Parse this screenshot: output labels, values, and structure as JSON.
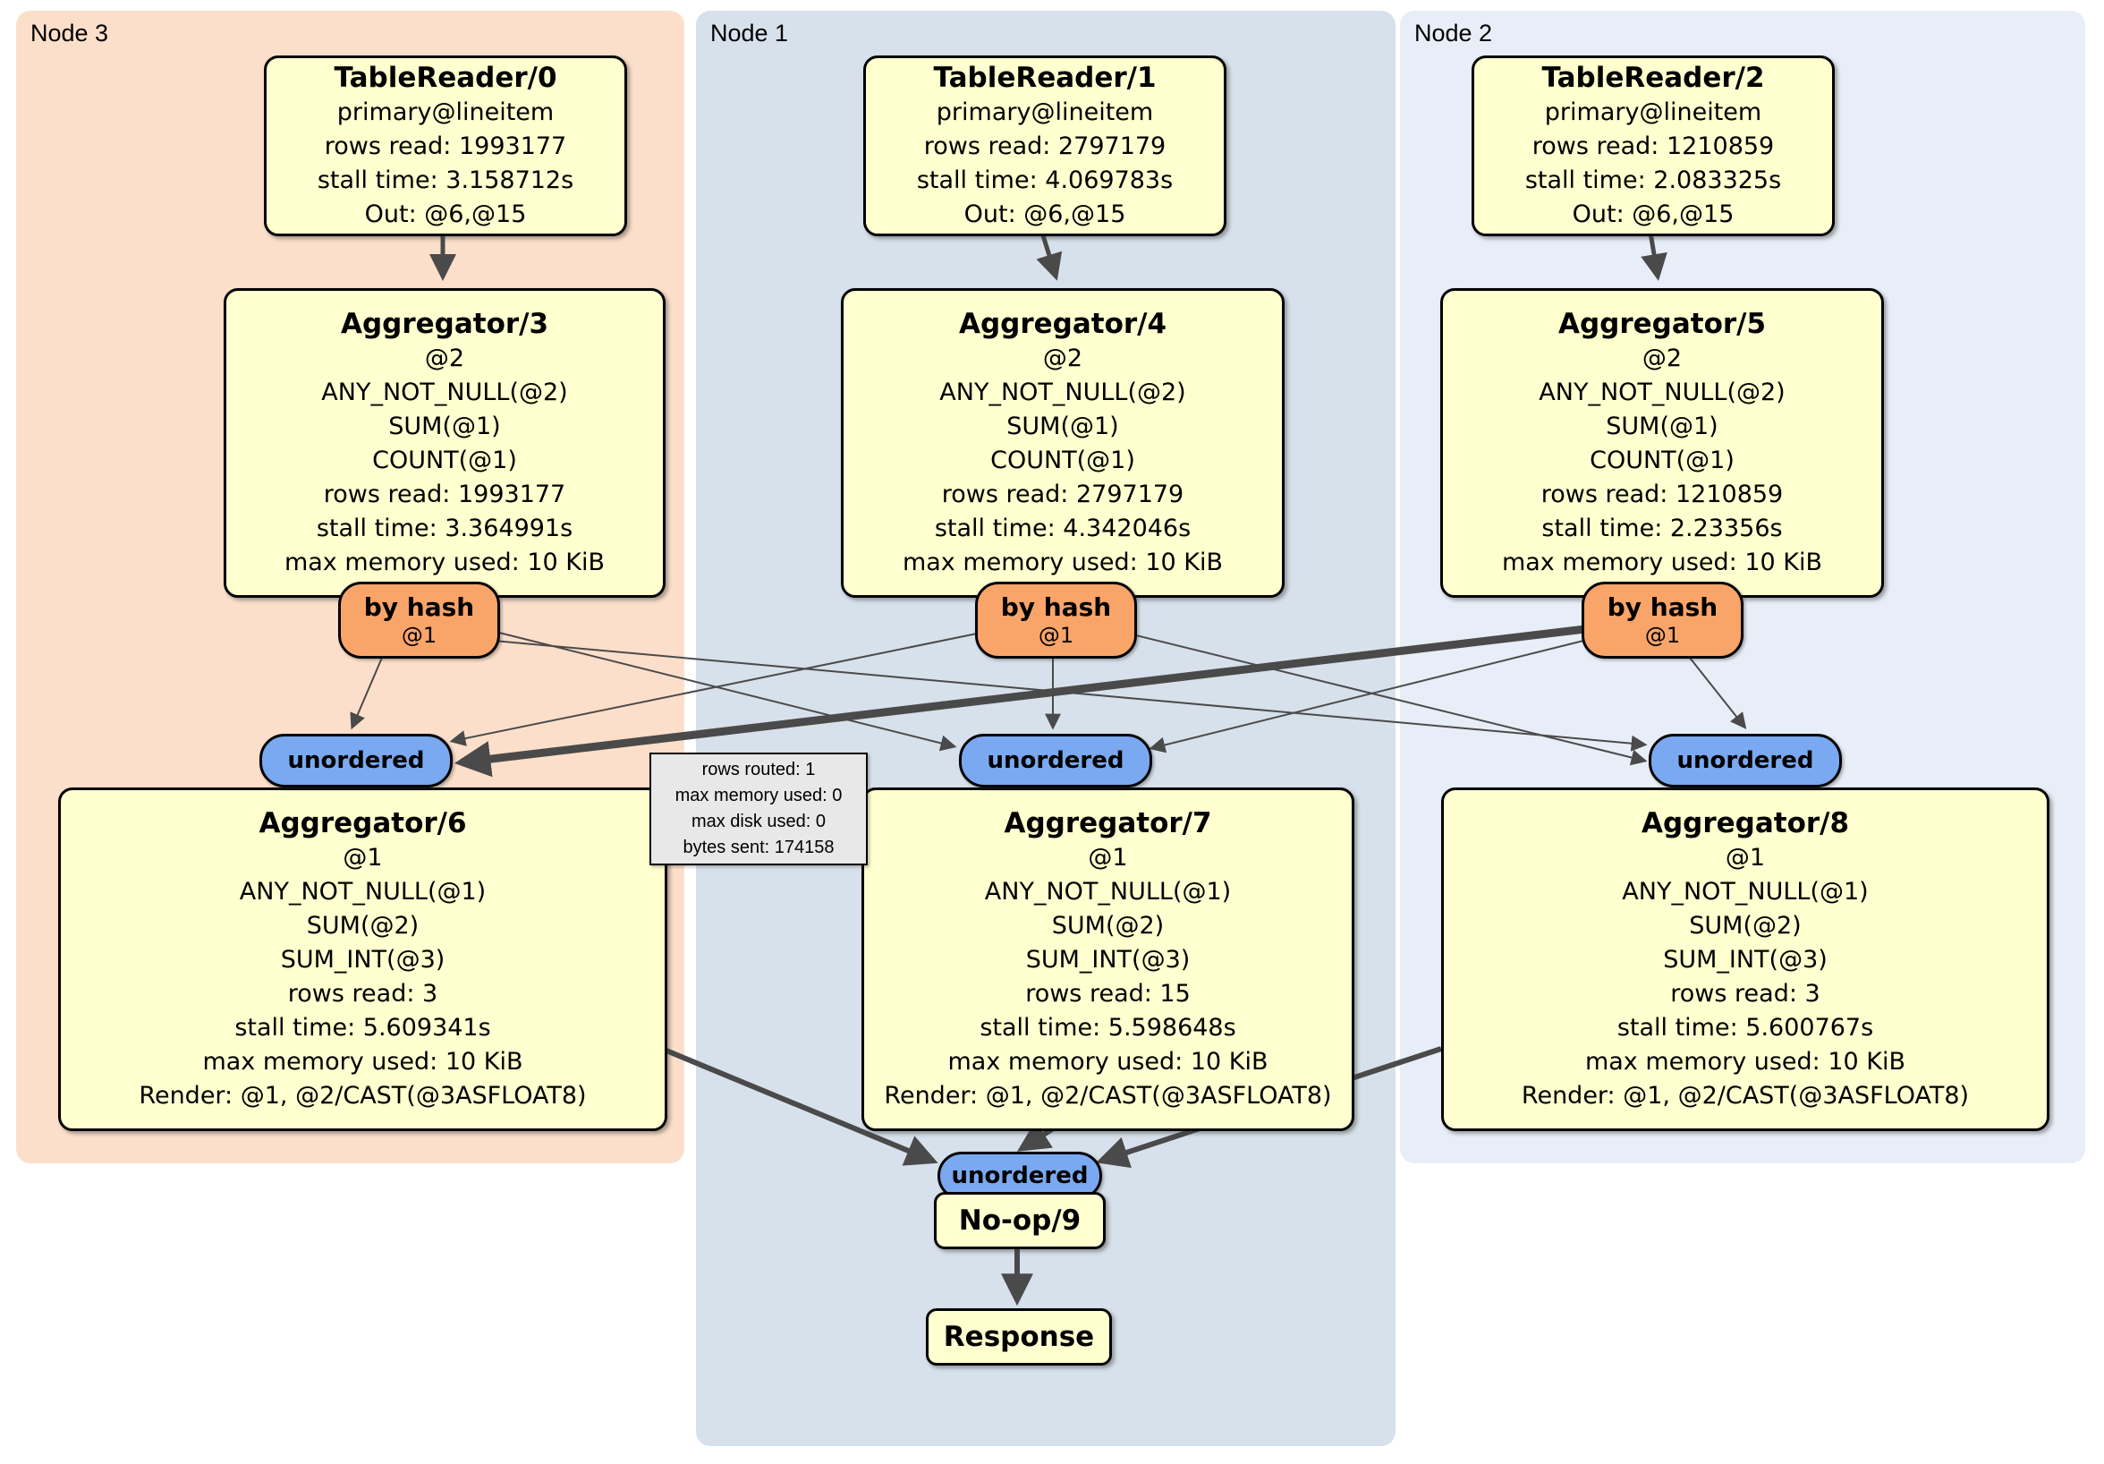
{
  "regions": {
    "node3": {
      "label": "Node 3"
    },
    "node1": {
      "label": "Node 1"
    },
    "node2": {
      "label": "Node 2"
    }
  },
  "nodes": {
    "tr0": {
      "title": "TableReader/0",
      "lines": [
        "primary@lineitem",
        "rows read: 1993177",
        "stall time: 3.158712s",
        "Out: @6,@15"
      ]
    },
    "tr1": {
      "title": "TableReader/1",
      "lines": [
        "primary@lineitem",
        "rows read: 2797179",
        "stall time: 4.069783s",
        "Out: @6,@15"
      ]
    },
    "tr2": {
      "title": "TableReader/2",
      "lines": [
        "primary@lineitem",
        "rows read: 1210859",
        "stall time: 2.083325s",
        "Out: @6,@15"
      ]
    },
    "agg3": {
      "title": "Aggregator/3",
      "lines": [
        "@2",
        "ANY_NOT_NULL(@2)",
        "SUM(@1)",
        "COUNT(@1)",
        "rows read: 1993177",
        "stall time: 3.364991s",
        "max memory used: 10 KiB"
      ]
    },
    "agg4": {
      "title": "Aggregator/4",
      "lines": [
        "@2",
        "ANY_NOT_NULL(@2)",
        "SUM(@1)",
        "COUNT(@1)",
        "rows read: 2797179",
        "stall time: 4.342046s",
        "max memory used: 10 KiB"
      ]
    },
    "agg5": {
      "title": "Aggregator/5",
      "lines": [
        "@2",
        "ANY_NOT_NULL(@2)",
        "SUM(@1)",
        "COUNT(@1)",
        "rows read: 1210859",
        "stall time: 2.23356s",
        "max memory used: 10 KiB"
      ]
    },
    "agg6": {
      "title": "Aggregator/6",
      "lines": [
        "@1",
        "ANY_NOT_NULL(@1)",
        "SUM(@2)",
        "SUM_INT(@3)",
        "rows read: 3",
        "stall time: 5.609341s",
        "max memory used: 10 KiB",
        "Render: @1, @2/CAST(@3ASFLOAT8)"
      ]
    },
    "agg7": {
      "title": "Aggregator/7",
      "lines": [
        "@1",
        "ANY_NOT_NULL(@1)",
        "SUM(@2)",
        "SUM_INT(@3)",
        "rows read: 15",
        "stall time: 5.598648s",
        "max memory used: 10 KiB",
        "Render: @1, @2/CAST(@3ASFLOAT8)"
      ]
    },
    "agg8": {
      "title": "Aggregator/8",
      "lines": [
        "@1",
        "ANY_NOT_NULL(@1)",
        "SUM(@2)",
        "SUM_INT(@3)",
        "rows read: 3",
        "stall time: 5.600767s",
        "max memory used: 10 KiB",
        "Render: @1, @2/CAST(@3ASFLOAT8)"
      ]
    },
    "noop": {
      "title": "No-op/9"
    },
    "response": {
      "title": "Response"
    }
  },
  "router": {
    "label": "by hash",
    "key": "@1"
  },
  "sync": {
    "label": "unordered"
  },
  "tooltip": {
    "lines": [
      "rows routed: 1",
      "max memory used: 0",
      "max disk used: 0",
      "bytes sent: 174158"
    ]
  },
  "colors": {
    "region_node3": "#fcdfca",
    "region_node1": "#d7e1eb",
    "region_node2": "#e8eef7",
    "processor_fill": "#ffffcf",
    "router_fill": "#f9a469",
    "sync_fill": "#7aa9f2",
    "edge": "#4a4a4a",
    "tooltip_bg": "#e8e8e8"
  }
}
